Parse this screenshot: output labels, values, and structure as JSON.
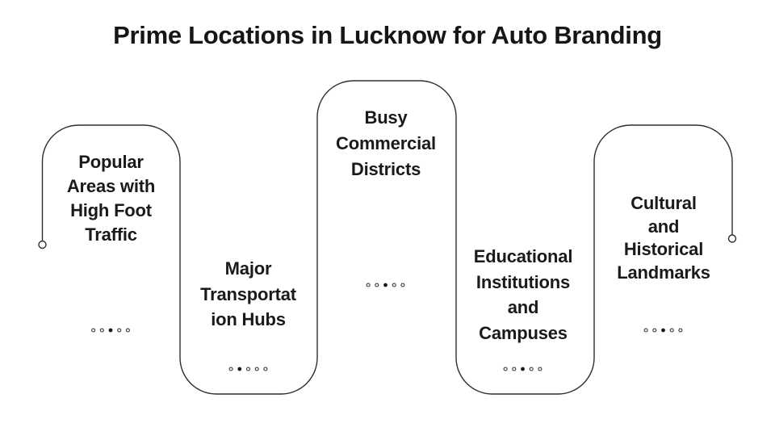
{
  "title": "Prime Locations in Lucknow for Auto Branding",
  "colors": {
    "background": "#ffffff",
    "stroke": "#2f2f2f",
    "text": "#1a1a1a"
  },
  "cards": [
    {
      "label": "Popular Areas with High Foot Traffic",
      "lines": [
        "Popular",
        "Areas with",
        "High Foot",
        "Traffic"
      ],
      "dots": [
        0,
        0,
        1,
        0,
        0
      ]
    },
    {
      "label": "Major Transportation Hubs",
      "lines": [
        "Major",
        "Transportat",
        "ion Hubs"
      ],
      "dots": [
        0,
        1,
        0,
        0,
        0
      ]
    },
    {
      "label": "Busy Commercial Districts",
      "lines": [
        "Busy",
        "Commercial",
        "Districts"
      ],
      "dots": [
        0,
        0,
        1,
        0,
        0
      ]
    },
    {
      "label": "Educational Institutions and Campuses",
      "lines": [
        "Educational",
        "Institutions",
        "and",
        "Campuses"
      ],
      "dots": [
        0,
        0,
        1,
        0,
        0
      ]
    },
    {
      "label": "Cultural and Historical Landmarks",
      "lines": [
        "Cultural",
        "and",
        "Historical",
        "Landmarks"
      ],
      "dots": [
        0,
        0,
        1,
        0,
        0
      ]
    }
  ]
}
